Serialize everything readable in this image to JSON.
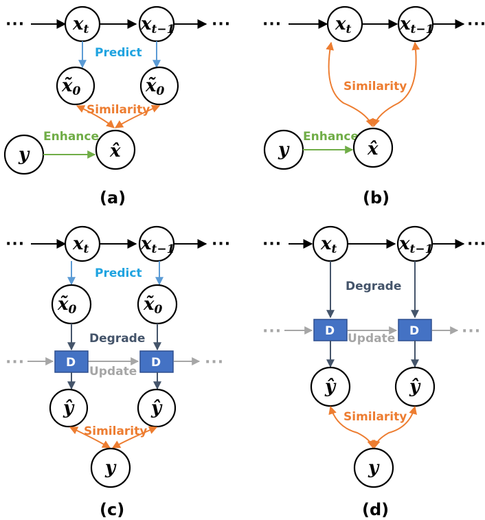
{
  "panels": {
    "a": {
      "label": "(a)",
      "predict": "Predict",
      "similarity": "Similarity",
      "enhance": "Enhance"
    },
    "b": {
      "label": "(b)",
      "similarity": "Similarity",
      "enhance": "Enhance"
    },
    "c": {
      "label": "(c)",
      "predict": "Predict",
      "degrade": "Degrade",
      "update": "Update",
      "similarity": "Similarity"
    },
    "d": {
      "label": "(d)",
      "degrade": "Degrade",
      "update": "Update",
      "similarity": "Similarity"
    }
  },
  "nodes": {
    "x_t": {
      "base": "x",
      "sub": "t"
    },
    "x_t_minus_1": {
      "base": "x",
      "sub": "t−1"
    },
    "x0_tilde": {
      "base": "x̃",
      "sub": "0"
    },
    "x_hat": {
      "base": "x̂"
    },
    "y": {
      "base": "y"
    },
    "y_hat": {
      "base": "ŷ"
    }
  },
  "degrade_box": "D",
  "ellipsis": "···",
  "colors": {
    "predict": "#1fa3e0",
    "predict_arrow": "#5b9bd5",
    "similarity": "#ed7d31",
    "enhance": "#70ad47",
    "degrade": "#44546a",
    "update": "#a6a6a6",
    "dbox_fill": "#4472c4"
  }
}
